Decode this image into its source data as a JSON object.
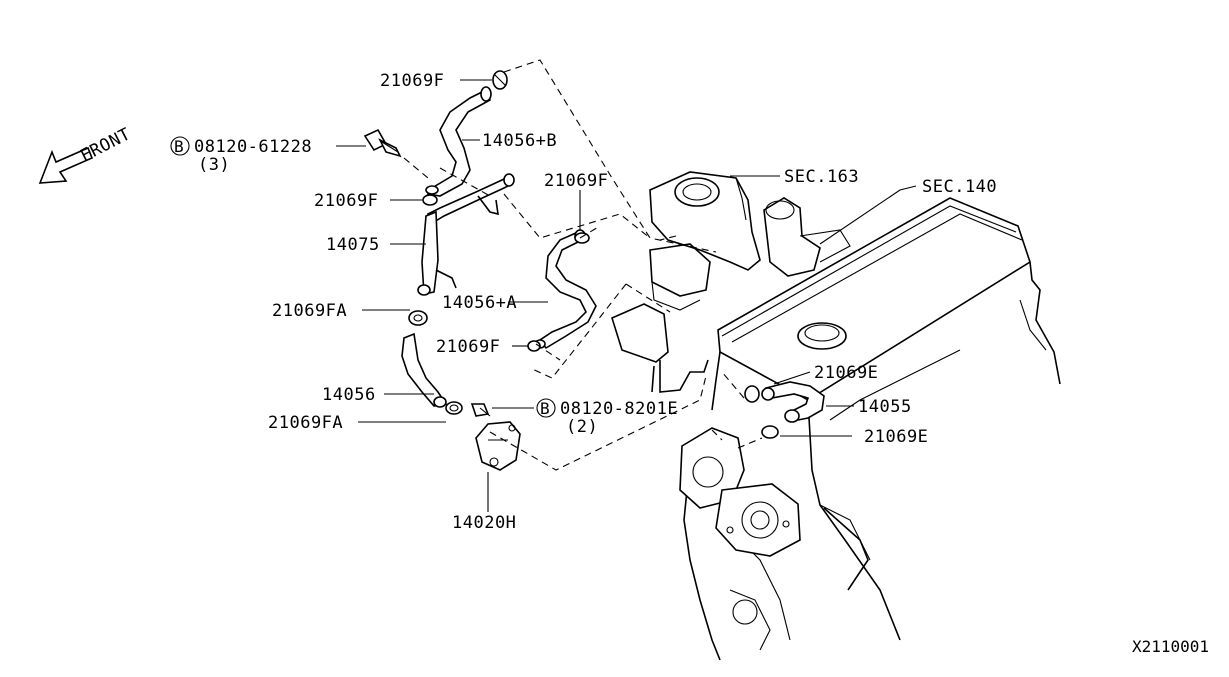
{
  "front_label": "FRONT",
  "callouts": {
    "c1": "21069F",
    "c2": "14056+B",
    "c3": "08120-61228",
    "c3_qty": "(3)",
    "c4": "21069F",
    "c5": "14075",
    "c6": "21069FA",
    "c7": "14056+A",
    "c8": "21069F",
    "c9": "14056",
    "c10": "21069FA",
    "c11": "08120-8201E",
    "c11_qty": "(2)",
    "c12": "14020H",
    "c13": "21069F",
    "c14": "SEC.163",
    "c15": "SEC.140",
    "c16": "21069E",
    "c17": "14055",
    "c18": "21069E"
  },
  "bolt_marker": "B",
  "diagram_code": "X2110001"
}
